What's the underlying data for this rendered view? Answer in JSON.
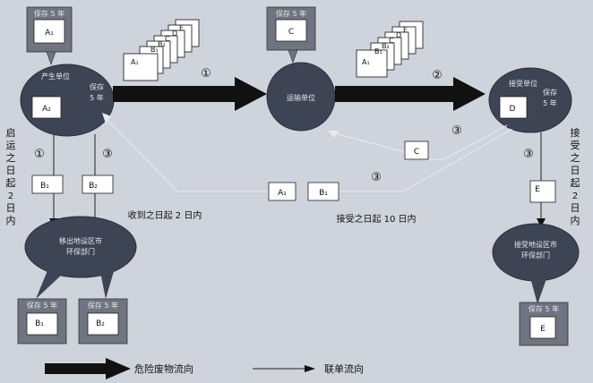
{
  "labels": {
    "keep5": "保存 5 年",
    "keep5_alt": "保存 5 年",
    "generator": "产生单位",
    "generator_keep": "保存\n5 年",
    "transporter": "运输单位",
    "receiver": "接受单位",
    "receiver_keep": "保存\n5 年",
    "out_env": "移出地设区市\n环保部门",
    "in_env": "接受地设区市\n环保部门",
    "time_left": "启运之日起 2 日内",
    "time_right": "接受之日起 2 日内",
    "time_receive": "收到之日起 2 日内",
    "time_accept": "接受之日起 10 日内",
    "legend_thick": "危险废物流向",
    "legend_thin": "联单流向"
  },
  "docs": {
    "A1": "A₁",
    "A2": "A₂",
    "B1": "B₁",
    "B2": "B₂",
    "C": "C",
    "D": "D",
    "E": "E",
    "B1_top": "B₁",
    "B2_top": "B₂"
  },
  "steps": {
    "s1": "①",
    "s2": "②",
    "s3": "③"
  },
  "colors": {
    "bg": "#cfd3dc",
    "ellipse": "#3d4453",
    "box": "#6f7480"
  }
}
